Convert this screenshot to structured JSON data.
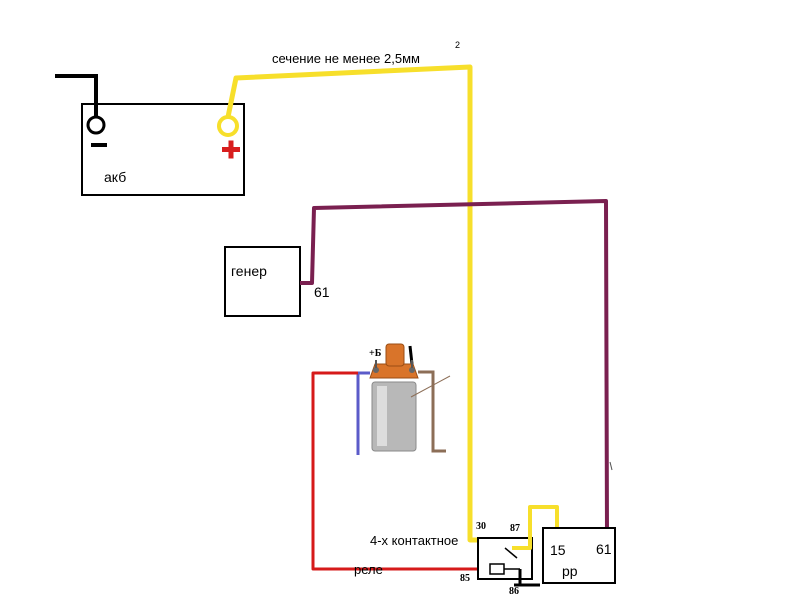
{
  "wire_note": {
    "text": "сечение не менее 2,5мм",
    "superscript": "2"
  },
  "battery": {
    "label": "акб",
    "minus_sign": "−",
    "plus_sign": "+"
  },
  "generator": {
    "label": "генер",
    "terminal": "61"
  },
  "coil": {
    "terminal_label": "+Б"
  },
  "relay": {
    "caption_line1": "4-х контактное",
    "caption_line2": "реле",
    "pins": {
      "p30": "30",
      "p87": "87",
      "p85": "85",
      "p86": "86"
    }
  },
  "regulator": {
    "label": "рр",
    "terminal_15": "15",
    "terminal_61": "61"
  },
  "colors": {
    "power_wire": "#f7df2b",
    "signal_wire": "#7a2050",
    "coil_wire": "#d61a1a",
    "ground_wire": "#000000",
    "coil_cap": "#d9742a",
    "coil_body": "#b8b8b8",
    "plus_mark": "#d81e1e"
  }
}
